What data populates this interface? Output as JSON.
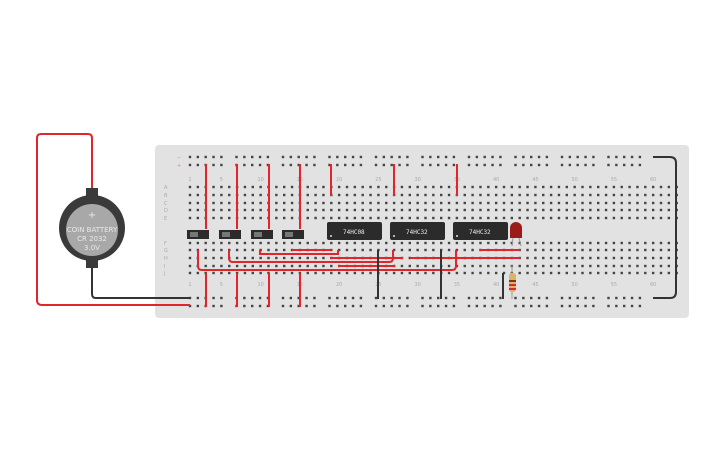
{
  "breadboard": {
    "row_letters_top": [
      "A",
      "B",
      "C",
      "D",
      "E"
    ],
    "row_letters_bottom": [
      "F",
      "G",
      "H",
      "I",
      "J"
    ],
    "column_numbers": [
      "1",
      "5",
      "10",
      "15",
      "20",
      "25",
      "30",
      "35",
      "40",
      "45",
      "50",
      "55",
      "60"
    ],
    "rail_minus": "−",
    "rail_plus": "+"
  },
  "battery": {
    "line1": "COIN BATTERY",
    "line2": "CR 2032",
    "line3": "3.0V",
    "plus_mark": "+"
  },
  "chips": [
    {
      "label": "74HC08"
    },
    {
      "label": "74HC32"
    },
    {
      "label": "74HC32"
    }
  ],
  "colors": {
    "wire_red": "#e0262a",
    "wire_black": "#333333",
    "board": "#e2e2e2",
    "chip": "#2b2b2b",
    "led": "#9b1b1b"
  }
}
